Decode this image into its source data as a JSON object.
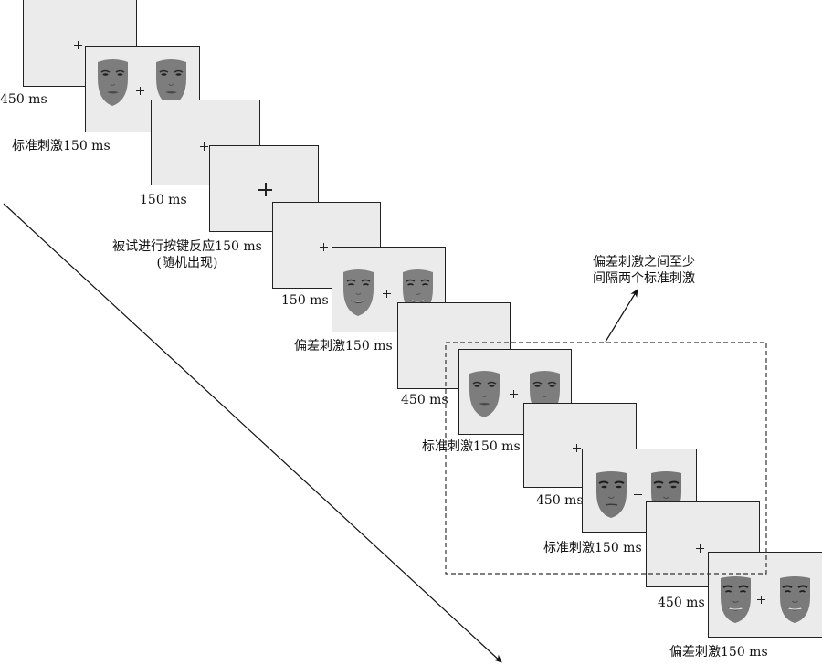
{
  "diagram": {
    "type": "oddball-paradigm-timeline",
    "frames": [
      {
        "kind": "fixation",
        "label": "450 ms"
      },
      {
        "kind": "stimulus",
        "face": "female-neutral",
        "label": "标准刺激150 ms"
      },
      {
        "kind": "fixation",
        "label": "150 ms"
      },
      {
        "kind": "response",
        "label_line1": "被试进行按键反应150 ms",
        "label_line2": "(随机出现)"
      },
      {
        "kind": "fixation",
        "label": "150 ms"
      },
      {
        "kind": "stimulus",
        "face": "female-happy",
        "label": "偏差刺激150 ms"
      },
      {
        "kind": "fixation",
        "label": "450 ms"
      },
      {
        "kind": "stimulus",
        "face": "female-neutral",
        "label": "标准刺激150 ms"
      },
      {
        "kind": "fixation",
        "label": "450 ms"
      },
      {
        "kind": "stimulus",
        "face": "male-neutral",
        "label": "标准刺激150 ms"
      },
      {
        "kind": "fixation",
        "label": "450 ms"
      },
      {
        "kind": "stimulus",
        "face": "male-happy",
        "label": "偏差刺激150 ms"
      }
    ],
    "annotation": {
      "line1": "偏差刺激之间至少",
      "line2": "间隔两个标准刺激"
    },
    "colors": {
      "frame_bg": "#ebebeb",
      "frame_border": "#222222",
      "face_skin": "#7d7d7d",
      "line": "#111111"
    }
  }
}
